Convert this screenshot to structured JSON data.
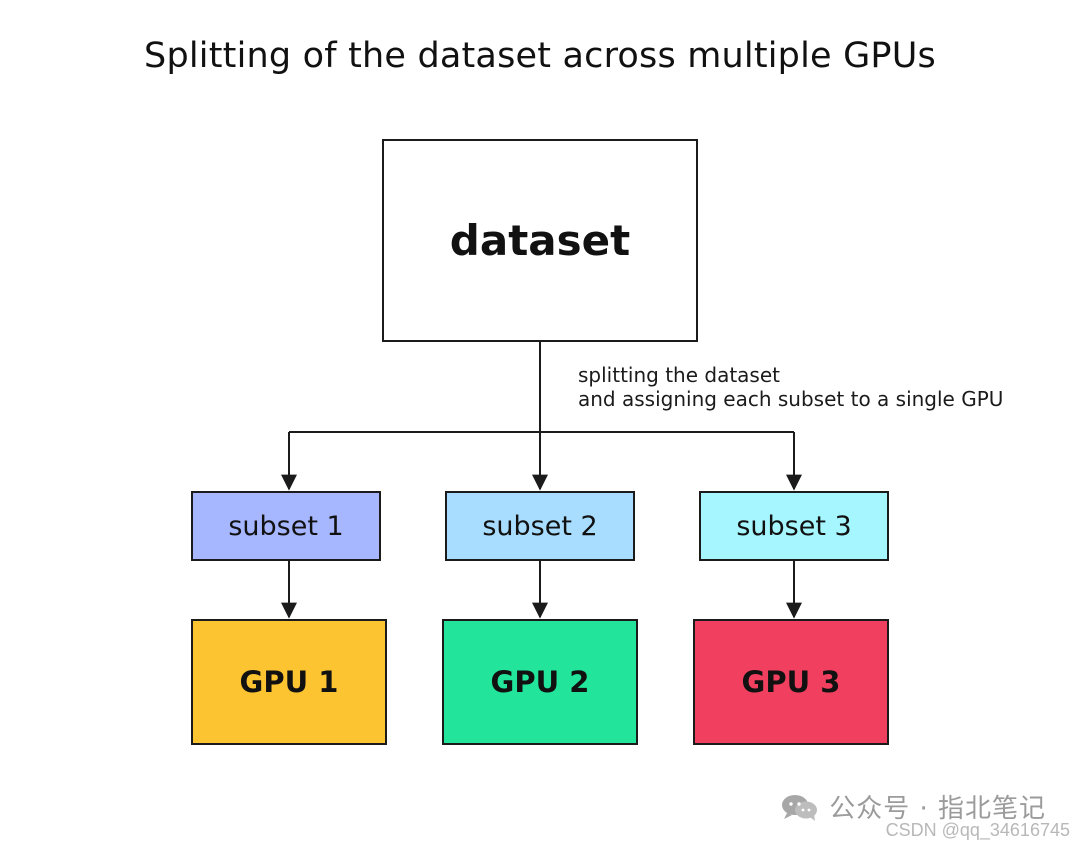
{
  "diagram": {
    "title": "Splitting of the dataset across multiple GPUs",
    "source_node": {
      "label": "dataset"
    },
    "annotation": {
      "lines": [
        "splitting the dataset",
        "and assigning each subset to a single GPU"
      ]
    },
    "subsets": [
      {
        "label": "subset 1",
        "color": "#A7B7FF"
      },
      {
        "label": "subset 2",
        "color": "#A9DDFF"
      },
      {
        "label": "subset 3",
        "color": "#A5F6FF"
      }
    ],
    "gpus": [
      {
        "label": "GPU 1",
        "color": "#FDC431"
      },
      {
        "label": "GPU 2",
        "color": "#22E49A"
      },
      {
        "label": "GPU 3",
        "color": "#F1405F"
      }
    ],
    "line_color": "#1B1B1B"
  },
  "watermark": {
    "icon": "wechat-icon",
    "text": "公众号 · 指北笔记",
    "csdn": "CSDN @qq_34616745",
    "color": "#9B9B9B"
  }
}
